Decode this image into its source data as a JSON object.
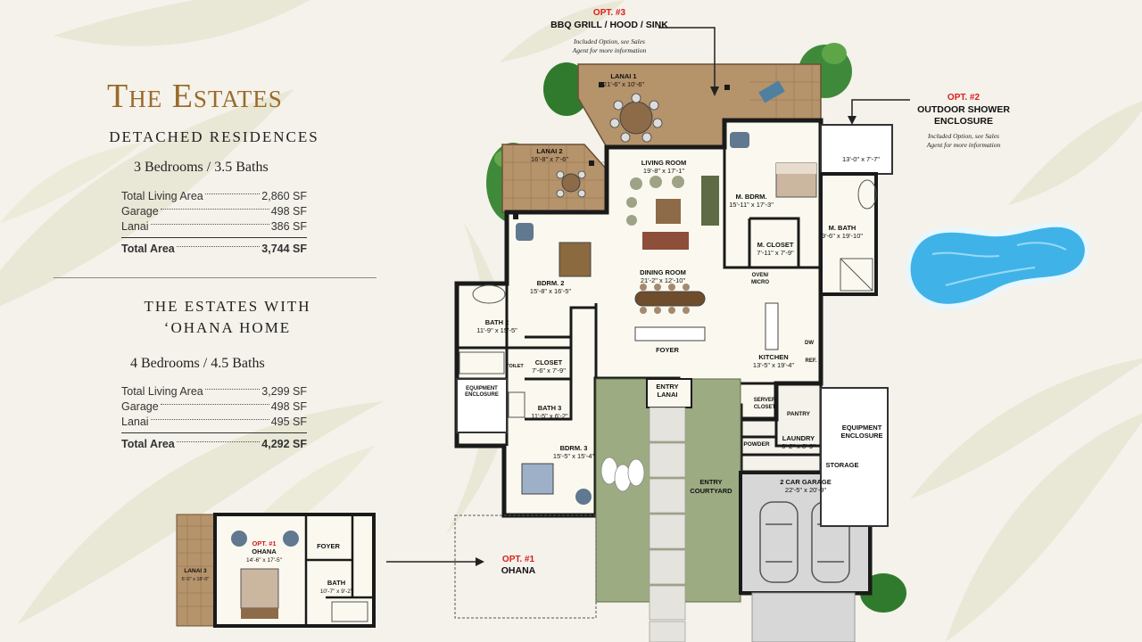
{
  "estates": {
    "title": "The Estates",
    "subtitle": "DETACHED RESIDENCES",
    "beds": "3 Bedrooms / 3.5 Baths",
    "stats": [
      {
        "label": "Total Living Area",
        "value": "2,860 SF"
      },
      {
        "label": "Garage",
        "value": "498 SF"
      },
      {
        "label": "Lanai",
        "value": "386 SF"
      }
    ],
    "total": {
      "label": "Total Area",
      "value": "3,744 SF"
    }
  },
  "ohana_version": {
    "title_line1": "THE ESTATES WITH",
    "title_line2": "‘OHANA HOME",
    "beds": "4 Bedrooms / 4.5 Baths",
    "stats": [
      {
        "label": "Total Living Area",
        "value": "3,299 SF"
      },
      {
        "label": "Garage",
        "value": "498 SF"
      },
      {
        "label": "Lanai",
        "value": "495 SF"
      }
    ],
    "total": {
      "label": "Total Area",
      "value": "4,292 SF"
    }
  },
  "options": {
    "opt3": {
      "tag": "OPT. #3",
      "name": "BBQ GRILL / HOOD / SINK",
      "note1": "Included Option, see Sales",
      "note2": "Agent for more information"
    },
    "opt2": {
      "tag": "OPT. #2",
      "name1": "OUTDOOR SHOWER",
      "name2": "ENCLOSURE",
      "note1": "Included Option, see Sales",
      "note2": "Agent for more information"
    },
    "opt1": {
      "tag": "OPT. #1",
      "name": "OHANA"
    }
  },
  "rooms": {
    "lanai1": {
      "name": "LANAI 1",
      "dim": "21'-6\" x 10'-6\""
    },
    "lanai2": {
      "name": "LANAI 2",
      "dim": "16'-8\" x 7'-6\""
    },
    "living": {
      "name": "LIVING ROOM",
      "dim": "19'-8\" x 17'-1\""
    },
    "mbdrm": {
      "name": "M. BDRM.",
      "dim": "15'-11\" x 17'-3\""
    },
    "shower_dim": "13'-0\" x 7'-7\"",
    "mbath": {
      "name": "M. BATH",
      "dim": "9'-6\" x 19'-10\""
    },
    "mcloset": {
      "name": "M. CLOSET",
      "dim": "7'-11\" x 7'-9\""
    },
    "bdrm2": {
      "name": "BDRM. 2",
      "dim": "15'-8\" x 16'-5\""
    },
    "dining": {
      "name": "DINING ROOM",
      "dim": "21'-2\" x 12'-10\""
    },
    "oven": {
      "line1": "OVEN/",
      "line2": "MICRO"
    },
    "bath2": {
      "name": "BATH 2",
      "dim": "11'-9\" x 15'-5\""
    },
    "closet": {
      "name": "CLOSET",
      "dim": "7'-6\" x 7'-9\""
    },
    "toilet": "TOILET",
    "foyer": "FOYER",
    "dw": "DW",
    "kitchen": {
      "name": "KITCHEN",
      "dim": "13'-5\" x 19'-4\""
    },
    "ref": "REF.",
    "equip1": {
      "line1": "EQUIPMENT",
      "line2": "ENCLOSURE"
    },
    "bath3": {
      "name": "BATH 3",
      "dim": "11'-5\" x 6'-2\""
    },
    "entry_lanai": {
      "line1": "ENTRY",
      "line2": "LANAI"
    },
    "server": {
      "line1": "SERVER",
      "line2": "CLOSET"
    },
    "pantry": "PANTRY",
    "equip2": {
      "line1": "EQUIPMENT",
      "line2": "ENCLOSURE"
    },
    "powder": "POWDER",
    "laundry": {
      "name": "LAUNDRY",
      "dim": "6'-2\" x 8'-9\""
    },
    "bdrm3": {
      "name": "BDRM. 3",
      "dim": "15'-5\" x 15'-4\""
    },
    "storage": "STORAGE",
    "courtyard": {
      "line1": "ENTRY",
      "line2": "COURTYARD"
    },
    "garage": {
      "name": "2 CAR GARAGE",
      "dim": "22'-5\" x 20'-9\""
    }
  },
  "ohana": {
    "lanai3": {
      "name": "LANAI 3",
      "dim": "6'-0\" x 18'-0\""
    },
    "opt_tag": "OPT. #1",
    "name": "OHANA",
    "dim": "14'-6\" x 17'-5\"",
    "foyer": "FOYER",
    "bath": {
      "name": "BATH",
      "dim": "10'-7\" x 9'-2\""
    }
  },
  "colors": {
    "title_gold": "#9a6a2a",
    "option_red": "#d81e1e",
    "lanai_brown": "#b5936b",
    "courtyard_green": "#9cab82",
    "pool_blue": "#3fb3e8"
  }
}
